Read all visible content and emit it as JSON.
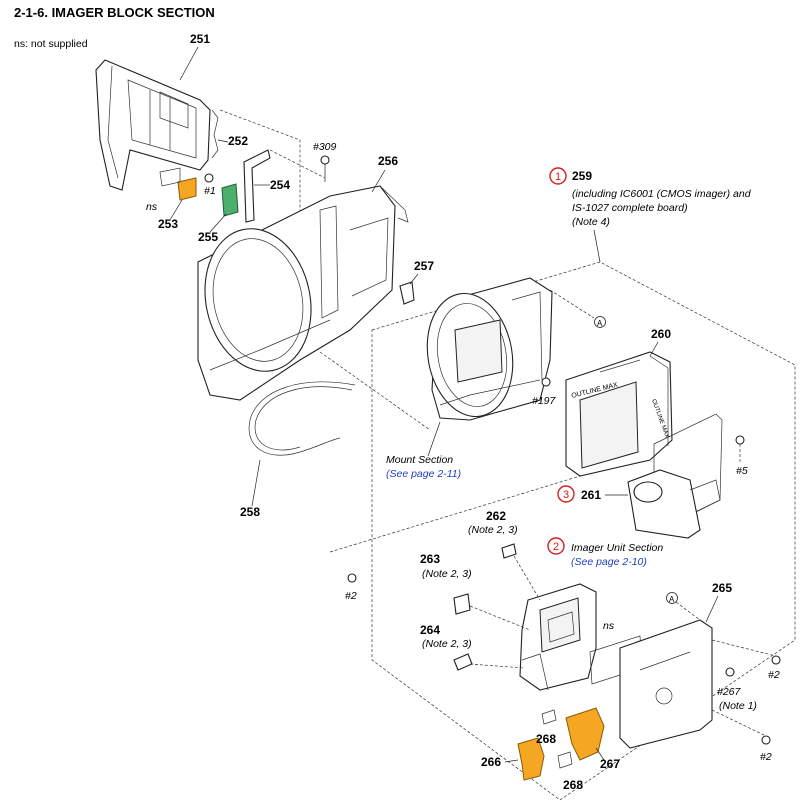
{
  "title": "2-1-6. IMAGER BLOCK SECTION",
  "legend": "ns: not supplied",
  "colors": {
    "highlight_orange": "#f5a623",
    "highlight_green": "#4caf6e",
    "marker_red": "#d32020",
    "link_blue": "#1f3fbf"
  },
  "parts": {
    "p251": "251",
    "p252": "252",
    "p253": "253",
    "p254": "254",
    "p255": "255",
    "p256": "256",
    "p257": "257",
    "p258": "258",
    "p259": "259",
    "p260": "260",
    "p261": "261",
    "p262": "262",
    "p263": "263",
    "p264": "264",
    "p265": "265",
    "p266": "266",
    "p267": "267",
    "p268a": "268",
    "p268b": "268"
  },
  "screws": {
    "s309": "#309",
    "s1": "#1",
    "s197": "#197",
    "s5": "#5",
    "s2a": "#2",
    "s2b": "#2",
    "s2c": "#2",
    "s267": "#267"
  },
  "ns_labels": {
    "ns1": "ns",
    "ns2": "ns"
  },
  "markers": {
    "m1": "1",
    "m2": "2",
    "m3": "3"
  },
  "ref_a": {
    "a1": "A",
    "a2": "A"
  },
  "notes": {
    "n259a": "(including IC6001 (CMOS imager) and",
    "n259b": "IS-1027 complete board)",
    "n259c": "(Note 4)",
    "n262": "(Note 2, 3)",
    "n263": "(Note 2, 3)",
    "n264": "(Note 2, 3)",
    "n267": "(Note 1)",
    "mount_title": "Mount Section",
    "mount_link": "(See page 2-11)",
    "imager_title": "Imager Unit Section",
    "imager_link": "(See page 2-10)"
  },
  "sticker_text": {
    "outline1": "OUTLINE MAX",
    "outline2": "OUTLINE MAX"
  }
}
